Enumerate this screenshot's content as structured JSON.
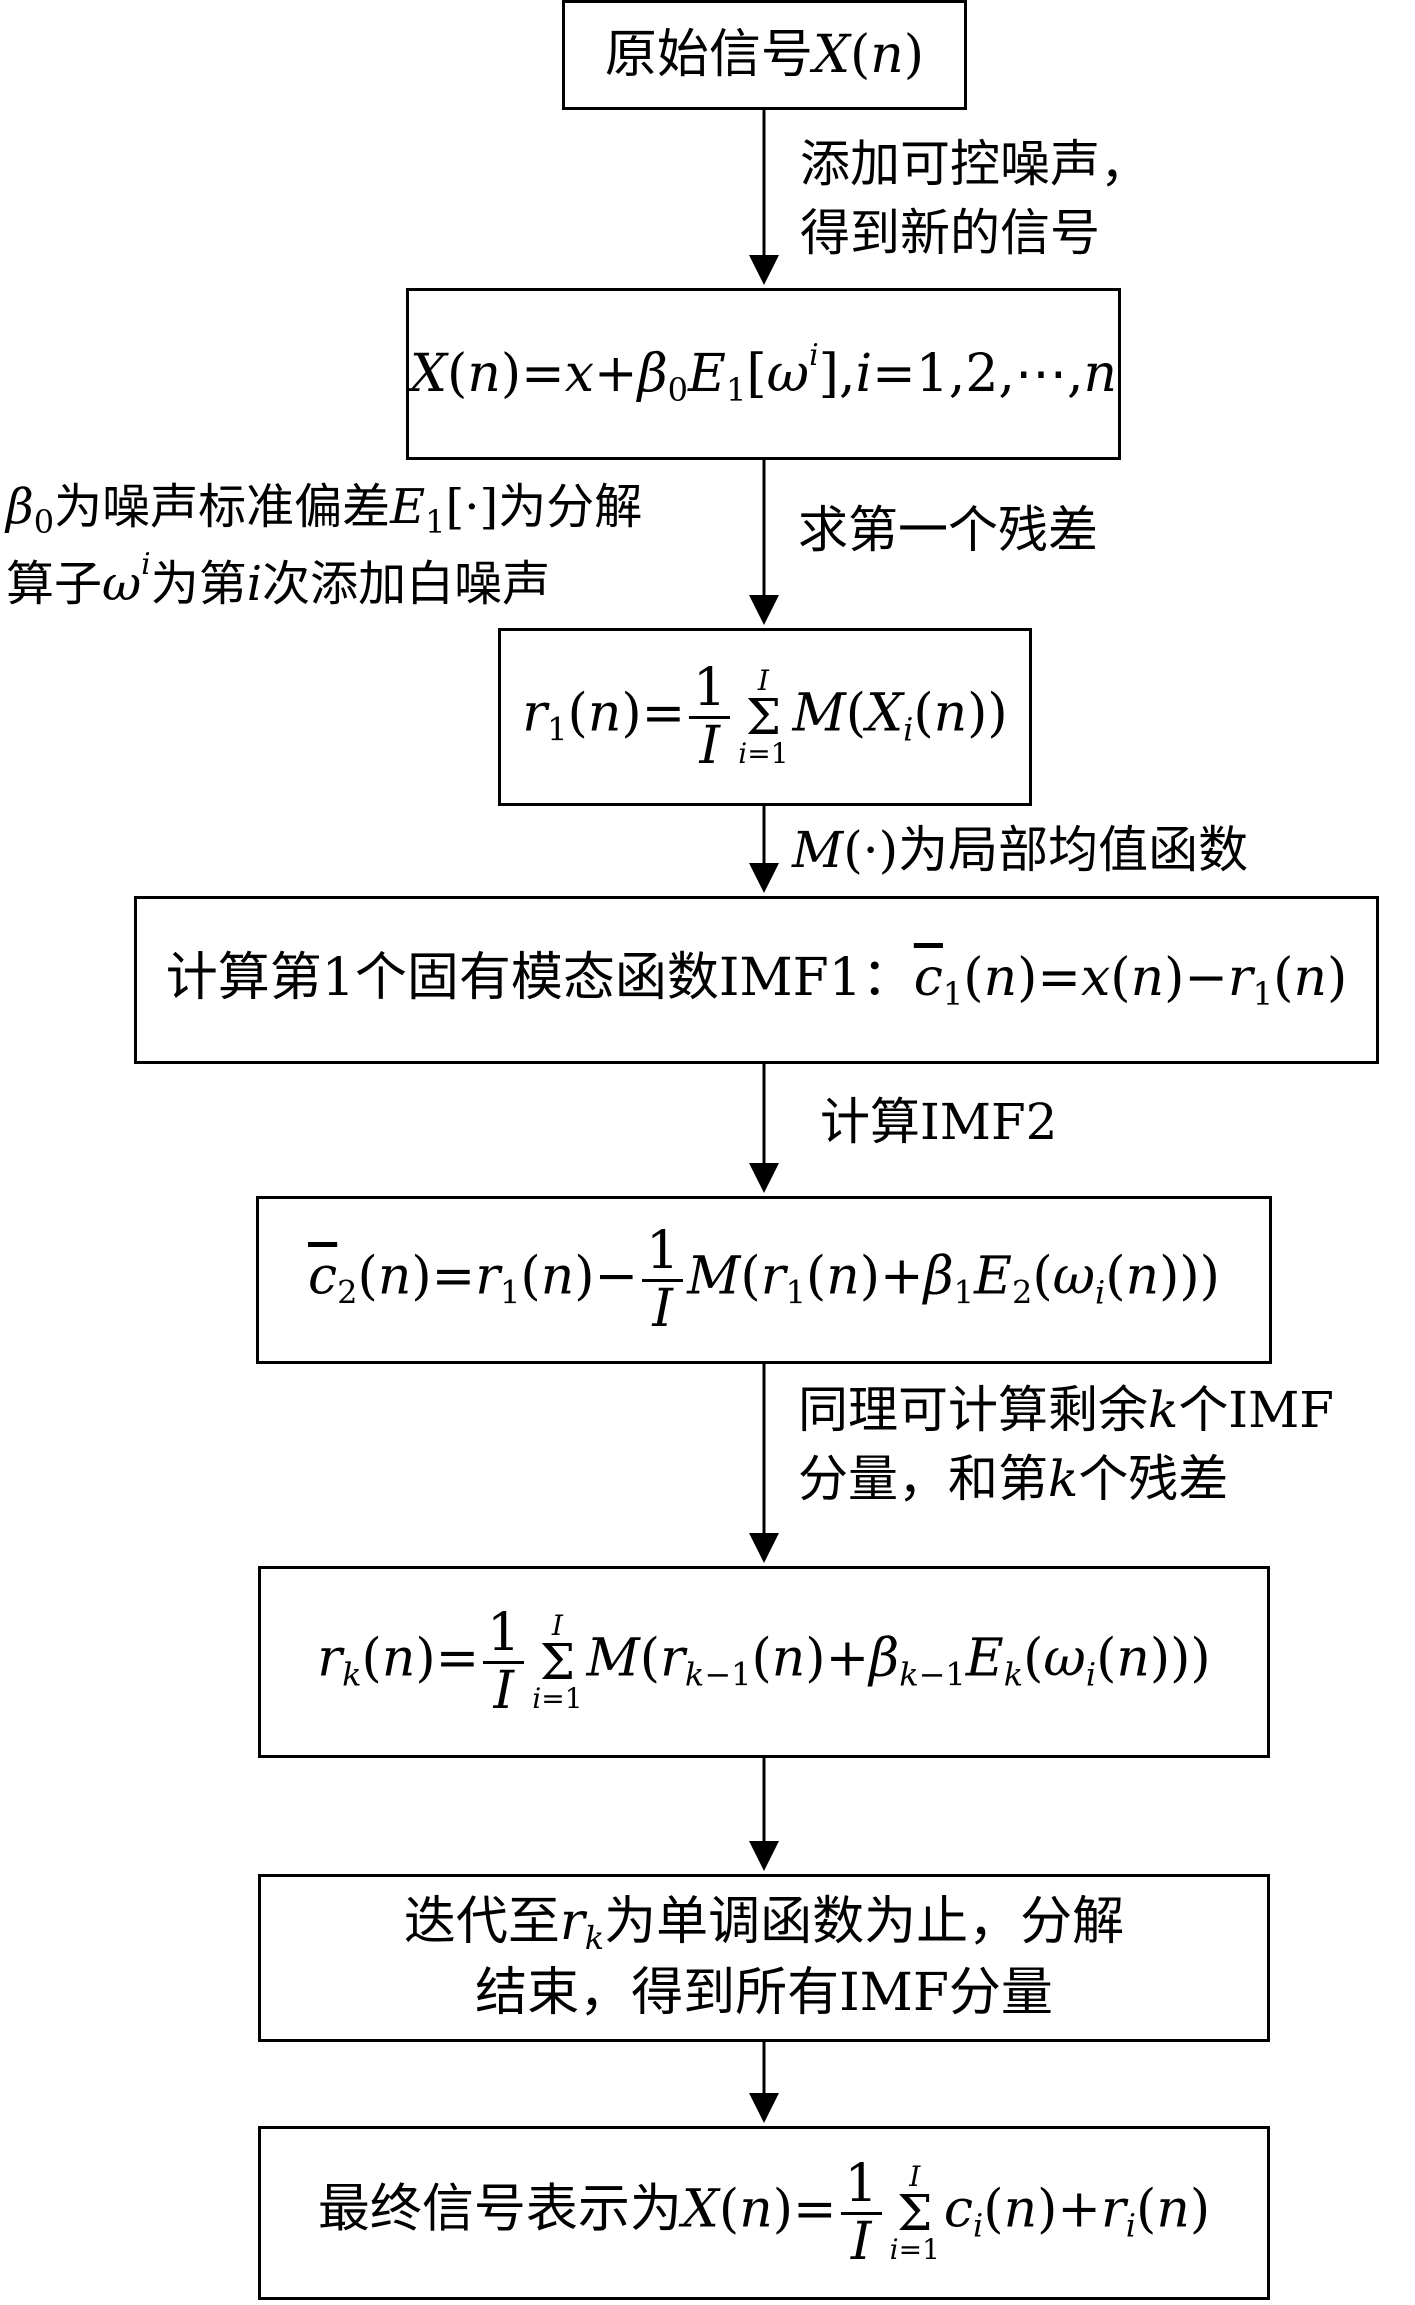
{
  "nodes": {
    "start": "原始信号",
    "step1": "X(n)=x+β0E1[ωi],i=1,2,⋯,n",
    "step2": "r1(n)=1/I Σ(i=1..I) M(Xi(n))",
    "step3_text": "计算第1个固有模态函数IMF1：",
    "step3_formula": "c1(n)=x(n)−r1(n)",
    "step4": "c2(n)=r1(n)−1/I M(r1(n)+β1E2(ωi(n)))",
    "step5": "rk(n)=1/I Σ(i=1..I) M(rk−1(n)+βk−1Ek(ωi(n)))",
    "step6_line1_a": "迭代至",
    "step6_line1_b": "为单调函数为止，分解",
    "step6_line2": "结束，得到所有IMF分量",
    "end_text": "最终信号表示为"
  },
  "edge_labels": {
    "e1_line1": "添加可控噪声，",
    "e1_line2": "得到新的信号",
    "e2": "求第一个残差",
    "e2_side_line1_a": "为噪声标准偏差",
    "e2_side_line1_b": "为分解",
    "e2_side_line2_a": "算子",
    "e2_side_line2_b": "为第",
    "e2_side_line2_c": "次添加白噪声",
    "e3": "为局部均值函数",
    "e4": "计算IMF2",
    "e5_line1_a": "同理可计算剩余",
    "e5_line1_b": "个IMF",
    "e5_line2_a": "分量，和第",
    "e5_line2_b": "个残差"
  }
}
